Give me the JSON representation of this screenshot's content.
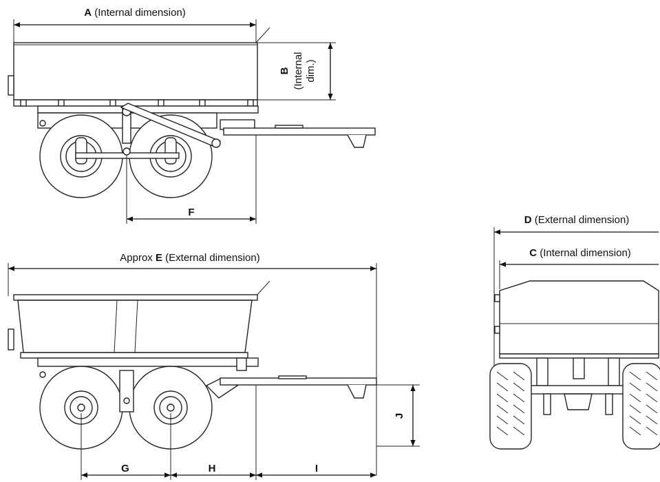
{
  "labels": {
    "A_letter": "A",
    "A_text": "(Internal dimension)",
    "B_letter": "B",
    "B_text1": "(Internal",
    "B_text2": "dim.)",
    "F": "F",
    "E_prefix": "Approx",
    "E_letter": "E",
    "E_text": "(External dimension)",
    "G": "G",
    "H": "H",
    "I": "I",
    "J": "J",
    "D_letter": "D",
    "D_text": "(External dimension)",
    "C_letter": "C",
    "C_text": "(Internal dimension)"
  }
}
